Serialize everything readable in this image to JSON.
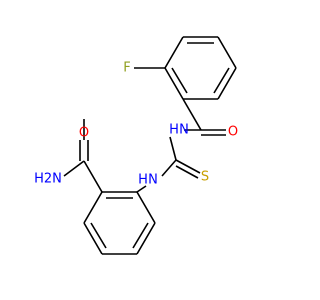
{
  "molecule": {
    "atoms": {
      "fluorine": "F",
      "nitrogen_amide": "N",
      "hydrogen_amide": "H",
      "oxygen_benzoyl": "O",
      "nitrogen_thio": "N",
      "hydrogen_thio": "H",
      "sulfur": "S",
      "oxygen_carboxamide": "O",
      "amine_group": "H2N"
    }
  },
  "colors": {
    "carbon_bond": "#000000",
    "fluorine": "#90a020",
    "nitrogen": "#0000ff",
    "oxygen": "#ff0000",
    "sulfur": "#c8a000"
  }
}
